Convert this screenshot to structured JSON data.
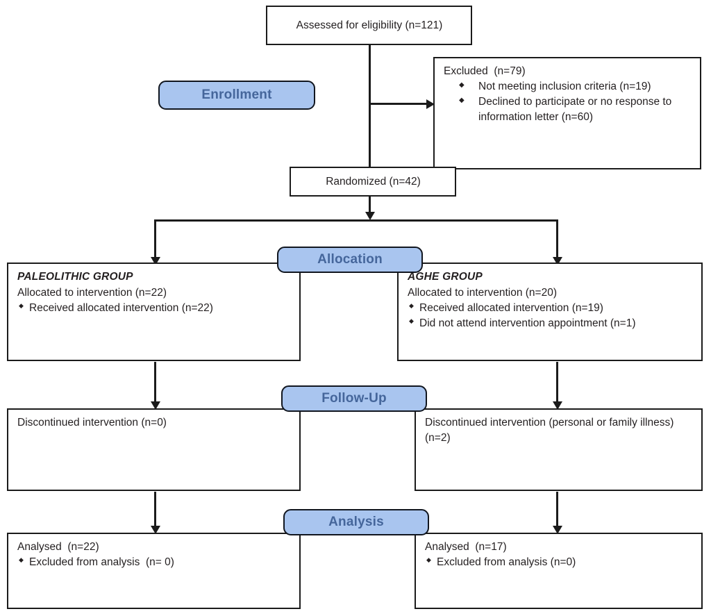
{
  "diagram": {
    "type": "consort-flow-diagram",
    "stages": [
      "Enrollment",
      "Allocation",
      "Follow-Up",
      "Analysis"
    ],
    "colors": {
      "banner_fill": "#a9c5ef",
      "banner_text": "#45669b",
      "banner_border": "#11161f",
      "box_border": "#1b1b1b",
      "box_fill": "#ffffff",
      "text": "#231f20",
      "background": "#ffffff"
    }
  },
  "banners": {
    "enrollment": "Enrollment",
    "allocation": "Allocation",
    "followup": "Follow-Up",
    "analysis": "Analysis"
  },
  "enrollment": {
    "assessed": "Assessed for eligibility (n=121)",
    "excluded": {
      "heading": "Excluded  (n=79)",
      "reasons": [
        "Not meeting inclusion criteria (n=19)",
        "Declined to participate or no response to information letter (n=60)"
      ]
    },
    "randomized": "Randomized (n=42)"
  },
  "allocation": {
    "left": {
      "group": "PALEOLITHIC GROUP",
      "allocated": "Allocated to intervention (n=22)",
      "items": [
        "Received allocated intervention (n=22)"
      ]
    },
    "right": {
      "group": "AGHE GROUP",
      "allocated": "Allocated to intervention (n=20)",
      "items": [
        "Received allocated intervention (n=19)",
        "Did not attend intervention appointment (n=1)"
      ]
    }
  },
  "followup": {
    "left": {
      "text": "Discontinued intervention (n=0)"
    },
    "right": {
      "text": "Discontinued intervention (personal or family illness) (n=2)"
    }
  },
  "analysis": {
    "left": {
      "analysed": "Analysed  (n=22)",
      "items": [
        "Excluded from analysis  (n= 0)"
      ]
    },
    "right": {
      "analysed": "Analysed  (n=17)",
      "items": [
        "Excluded from analysis (n=0)"
      ]
    }
  }
}
